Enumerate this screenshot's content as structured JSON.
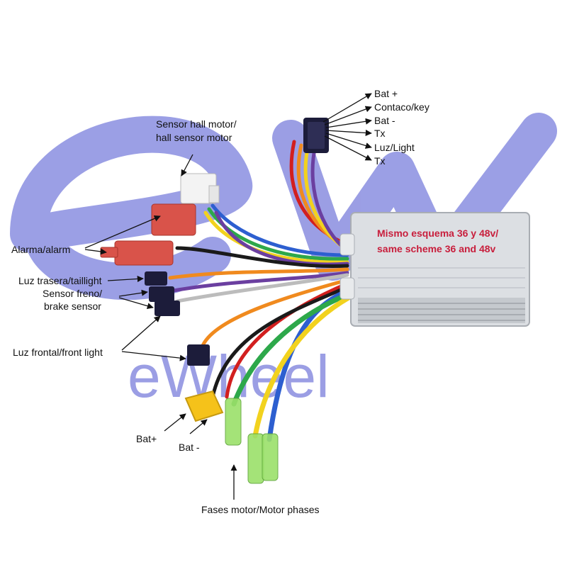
{
  "logo": {
    "text": "eWheel",
    "color": "#8a8ee0",
    "mark_letters": "eW"
  },
  "controller": {
    "note_line1": "Mismo esquema 36 y 48v/",
    "note_line2": "same scheme 36 and 48v",
    "note_color": "#c81e3c",
    "body_color": "#dcdfe3"
  },
  "labels": {
    "bat_plus_top": "Bat +",
    "contact_key": "Contaco/key",
    "bat_minus_top": "Bat -",
    "tx_1": "Tx",
    "light": "Luz/Light",
    "tx_2": "Tx",
    "hall_line1": "Sensor hall motor/",
    "hall_line2": "hall sensor motor",
    "alarm": "Alarma/alarm",
    "taillight": "Luz trasera/taillight",
    "brake_line1": "Sensor freno/",
    "brake_line2": "brake sensor",
    "front_light": "Luz frontal/front light",
    "bat_plus_bottom": "Bat+",
    "bat_minus_bottom": "Bat -",
    "motor_phases": "Fases motor/Motor phases"
  },
  "colors": {
    "wire_red": "#d21f1f",
    "wire_yellow": "#f2d21e",
    "wire_green": "#2da84a",
    "wire_blue": "#2d5fd0",
    "wire_black": "#1a1a1a",
    "wire_orange": "#f08a1e",
    "wire_purple": "#6b3fa0",
    "connector_red": "#d9534a",
    "connector_black": "#1c1c3a",
    "connector_yellow": "#f5c21a",
    "sleeve_green": "#9be06a"
  }
}
